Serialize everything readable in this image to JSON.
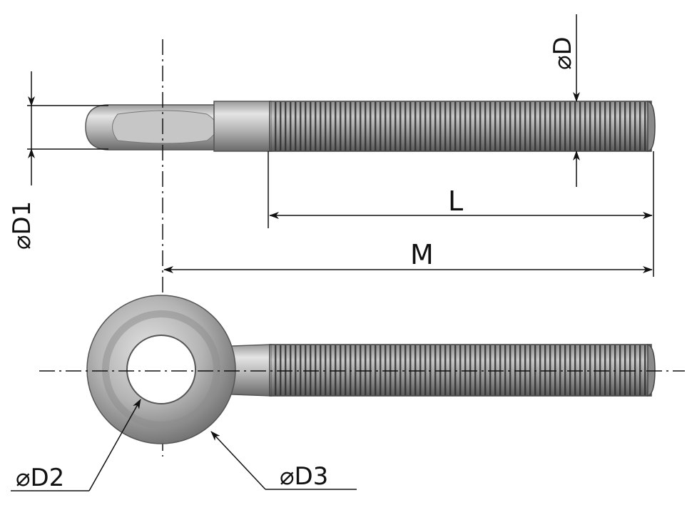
{
  "labels": {
    "dia_thread": "⌀D",
    "dia_eye_width": "⌀D1",
    "thread_length": "L",
    "overall_length": "M",
    "dia_eye_hole": "⌀D2",
    "dia_eye_outer": "⌀D3"
  },
  "colors": {
    "steel_light": "#d8d8d8",
    "steel_mid": "#a9a9a9",
    "steel_dark": "#6e6e6e",
    "thread_dark": "#3a3a3a",
    "line": "#111111"
  }
}
